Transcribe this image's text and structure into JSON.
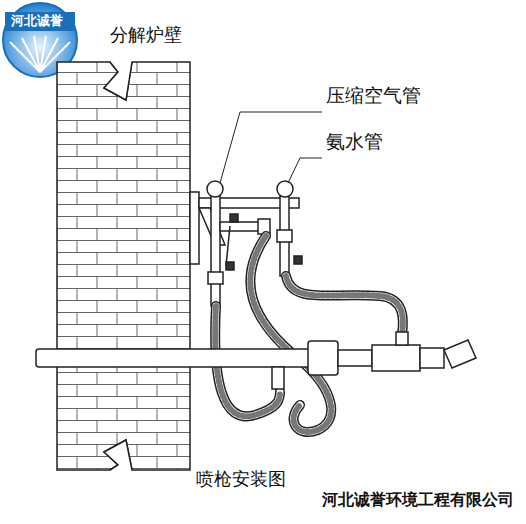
{
  "diagram": {
    "caption": "喷枪安装图",
    "labels": [
      "河北诚誉",
      "分解炉壁",
      "压缩空气管",
      "氨水管",
      "河北诚誉环境工程有限公司"
    ]
  }
}
